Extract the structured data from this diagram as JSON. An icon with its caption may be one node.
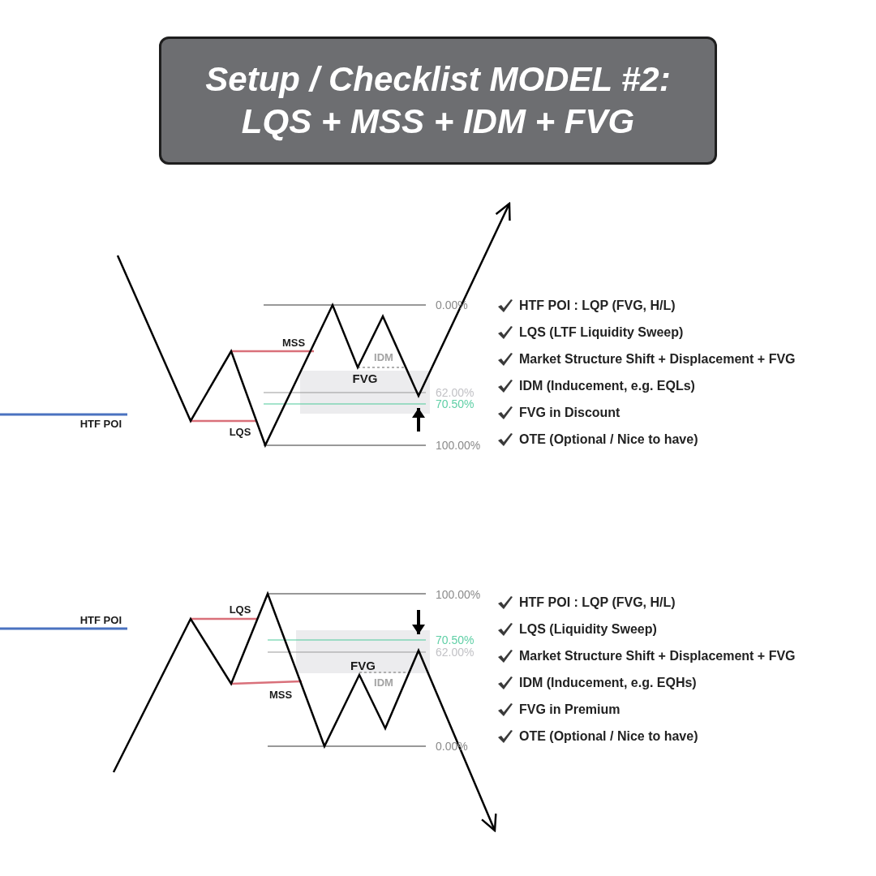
{
  "diagram": {
    "title": "Setup / Checklist MODEL #2: LQS + MSS + IDM + FVG",
    "nodes": [
      {
        "text": [
          "FVG"
        ]
      },
      {
        "text": [
          "FVG"
        ]
      }
    ],
    "labels": [
      "0.00%",
      "MSS",
      "IDM",
      "62.00%",
      "70.50%",
      "HTF POI",
      "LQS",
      "100.00%",
      "HTF POI : LQP (FVG, H/L)",
      "LQS (LTF Liquidity Sweep)",
      "Market Structure Shift + Displacement + FVG",
      "IDM (Inducement, e.g. EQLs)",
      "FVG in Discount",
      "OTE (Optional / Nice to have)",
      "100.00%",
      "LQS",
      "HTF POI",
      "70.50%",
      "62.00%",
      "MSS",
      "IDM",
      "0.00%",
      "HTF POI : LQP (FVG, H/L)",
      "LQS (Liquidity Sweep)",
      "Market Structure Shift + Displacement + FVG",
      "IDM (Inducement, e.g. EQHs)",
      "FVG in Premium",
      "OTE (Optional / Nice to have)"
    ]
  }
}
